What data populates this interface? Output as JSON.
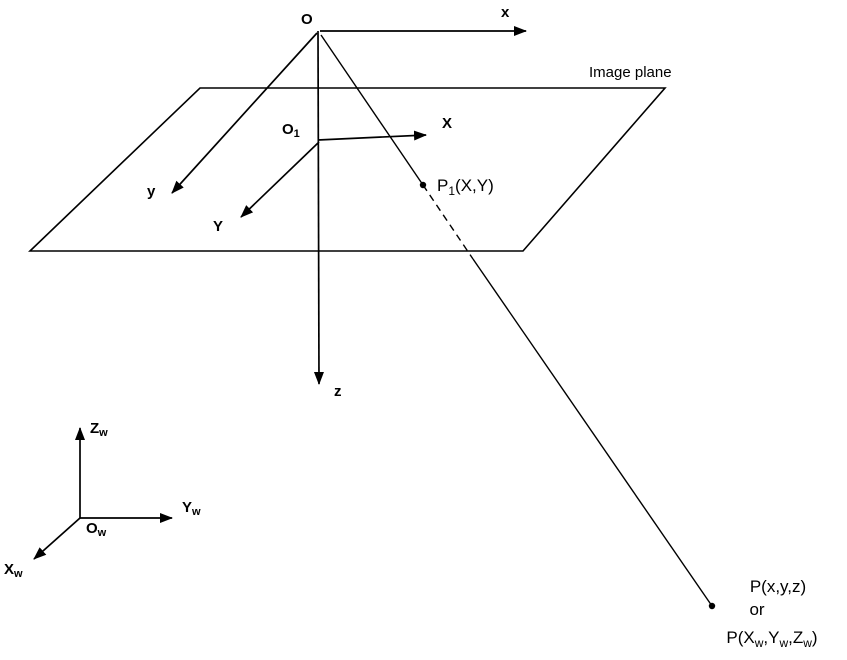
{
  "diagram": {
    "background": "#ffffff",
    "stroke_color": "#000000",
    "labels": {
      "camera_origin": "O",
      "camera_x_axis": "x",
      "camera_y_axis": "y",
      "camera_z_axis": "z",
      "image_plane": "Image plane",
      "image_origin": {
        "main": "O",
        "sub": "1"
      },
      "image_x_axis": "X",
      "image_y_axis": "Y",
      "image_point": {
        "main": "P",
        "sub": "1",
        "rest": "(X,Y)"
      },
      "world_point": {
        "line1": "P(x,y,z)",
        "line2": "or",
        "line3": {
          "a": "P(X",
          "a_sub": "w",
          "b": ",Y",
          "b_sub": "w",
          "c": ",Z",
          "c_sub": "w",
          "d": ")"
        }
      },
      "world_origin": {
        "main": "O",
        "sub": "w"
      },
      "world_x_axis": {
        "main": "X",
        "sub": "w"
      },
      "world_y_axis": {
        "main": "Y",
        "sub": "w"
      },
      "world_z_axis": {
        "main": "Z",
        "sub": "w"
      }
    }
  }
}
